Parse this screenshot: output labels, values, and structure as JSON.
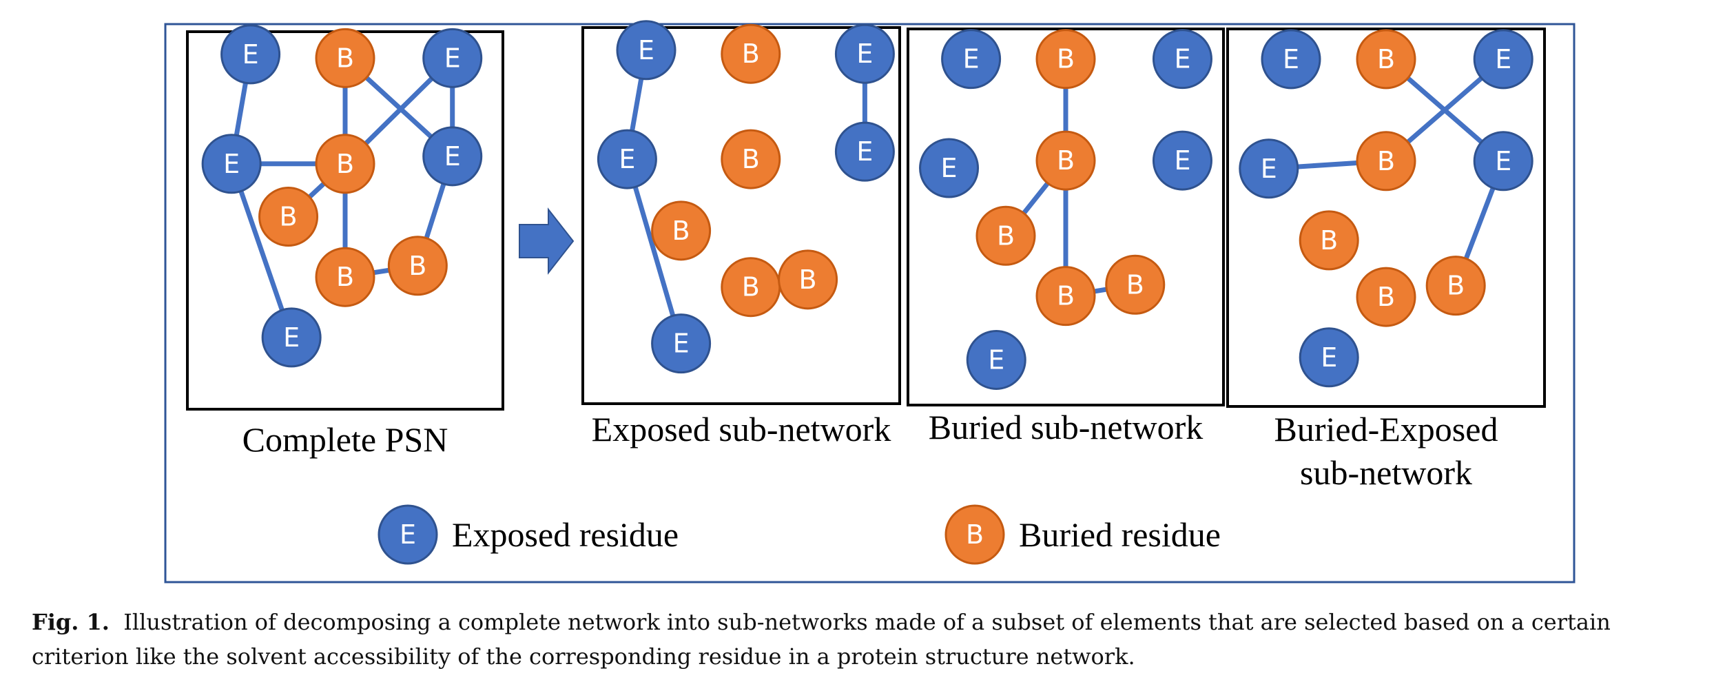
{
  "colors": {
    "exposed": "#4472C4",
    "buried": "#ED7D31",
    "edge": "#4472C4",
    "node_outline": "#2F528F",
    "frame": "#2F5597",
    "panel_border": "#000000"
  },
  "panels": [
    {
      "title_lines": [
        "Complete PSN"
      ],
      "nodes": [
        {
          "type": "E"
        },
        {
          "type": "B"
        },
        {
          "type": "E"
        },
        {
          "type": "E"
        },
        {
          "type": "B"
        },
        {
          "type": "E"
        },
        {
          "type": "B"
        },
        {
          "type": "B"
        },
        {
          "type": "B"
        },
        {
          "type": "E"
        }
      ],
      "edges": [
        [
          0,
          3
        ],
        [
          3,
          4
        ],
        [
          3,
          9
        ],
        [
          1,
          4
        ],
        [
          1,
          5
        ],
        [
          2,
          4
        ],
        [
          2,
          5
        ],
        [
          4,
          6
        ],
        [
          4,
          7
        ],
        [
          7,
          8
        ],
        [
          5,
          8
        ]
      ]
    },
    {
      "title_lines": [
        "Exposed sub-network"
      ],
      "nodes": [
        {
          "type": "E"
        },
        {
          "type": "B"
        },
        {
          "type": "E"
        },
        {
          "type": "E"
        },
        {
          "type": "B"
        },
        {
          "type": "E"
        },
        {
          "type": "B"
        },
        {
          "type": "B"
        },
        {
          "type": "B"
        },
        {
          "type": "E"
        }
      ],
      "edges": [
        [
          0,
          3
        ],
        [
          3,
          9
        ],
        [
          2,
          5
        ]
      ]
    },
    {
      "title_lines": [
        "Buried sub-network"
      ],
      "nodes": [
        {
          "type": "E"
        },
        {
          "type": "B"
        },
        {
          "type": "E"
        },
        {
          "type": "E"
        },
        {
          "type": "B"
        },
        {
          "type": "E"
        },
        {
          "type": "B"
        },
        {
          "type": "B"
        },
        {
          "type": "B"
        },
        {
          "type": "E"
        }
      ],
      "edges": [
        [
          1,
          4
        ],
        [
          4,
          6
        ],
        [
          4,
          7
        ],
        [
          7,
          8
        ]
      ]
    },
    {
      "title_lines": [
        "Buried-Exposed",
        "sub-network"
      ],
      "nodes": [
        {
          "type": "E"
        },
        {
          "type": "B"
        },
        {
          "type": "E"
        },
        {
          "type": "E"
        },
        {
          "type": "B"
        },
        {
          "type": "E"
        },
        {
          "type": "B"
        },
        {
          "type": "B"
        },
        {
          "type": "B"
        },
        {
          "type": "E"
        }
      ],
      "edges": [
        [
          3,
          4
        ],
        [
          1,
          5
        ],
        [
          2,
          4
        ],
        [
          5,
          8
        ]
      ]
    }
  ],
  "legend": [
    {
      "type": "E",
      "label": "Exposed residue"
    },
    {
      "type": "B",
      "label": "Buried residue"
    }
  ],
  "caption": {
    "label": "Fig. 1.",
    "text": "Illustration of decomposing a complete network into sub-networks made of a subset of elements that are selected based on a certain criterion like the solvent accessibility of the corresponding residue in a protein structure network."
  }
}
